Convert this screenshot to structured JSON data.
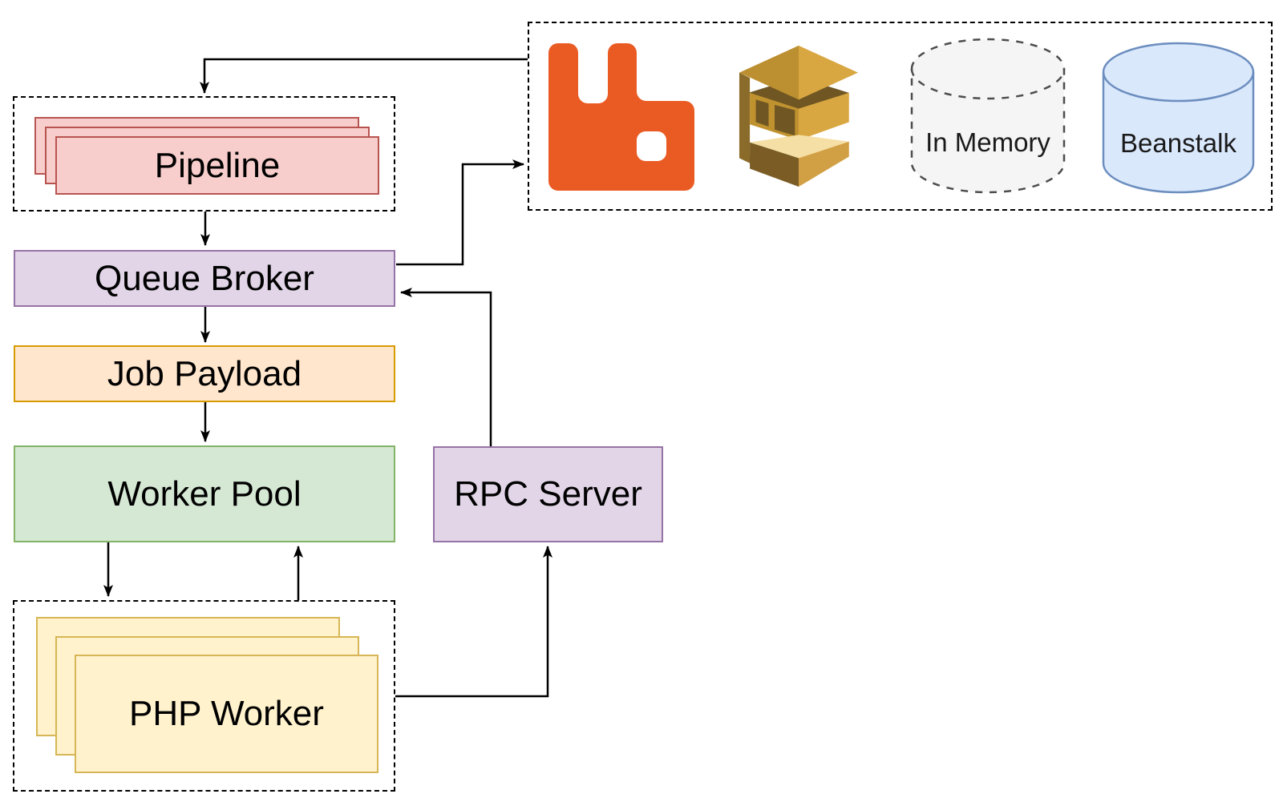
{
  "diagram": {
    "nodes": {
      "pipeline": {
        "label": "Pipeline",
        "fill": "#F8CECC",
        "stroke": "#B85450",
        "stacked": true
      },
      "queue_broker": {
        "label": "Queue Broker",
        "fill": "#E1D5E7",
        "stroke": "#9673A6"
      },
      "job_payload": {
        "label": "Job Payload",
        "fill": "#FFE6CC",
        "stroke": "#D79B00"
      },
      "worker_pool": {
        "label": "Worker Pool",
        "fill": "#D5E8D4",
        "stroke": "#82B366"
      },
      "php_worker": {
        "label": "PHP Worker",
        "fill": "#FFF2CC",
        "stroke": "#D6B656",
        "stacked": true
      },
      "rpc_server": {
        "label": "RPC Server",
        "fill": "#E1D5E7",
        "stroke": "#9673A6"
      },
      "in_memory": {
        "label": "In Memory",
        "fill": "#F5F5F5",
        "stroke": "#4D4D4D",
        "shape": "cylinder",
        "border": "dashed"
      },
      "beanstalk": {
        "label": "Beanstalk",
        "fill": "#DAE8FC",
        "stroke": "#6C8EBF",
        "shape": "cylinder",
        "border": "solid"
      }
    },
    "icons": {
      "rabbitmq": {
        "name": "rabbitmq-icon",
        "color": "#EA5B24"
      },
      "amazon_sqs": {
        "name": "amazon-sqs-icon",
        "colors": {
          "gold": "#D9A741",
          "dark_gold": "#BC8F30",
          "shadow": "#8B6B29",
          "dark": "#6F5623",
          "cream": "#F5DFA5"
        }
      }
    },
    "connectors": {
      "color": "#000000",
      "edges": [
        "backends -> pipeline",
        "pipeline -> queue_broker",
        "queue_broker -> job_payload",
        "job_payload -> worker_pool",
        "worker_pool -> php_worker",
        "php_worker -> worker_pool",
        "queue_broker -> backends",
        "rpc_server -> queue_broker",
        "php_worker -> rpc_server"
      ]
    },
    "background": "#FFFFFF"
  }
}
